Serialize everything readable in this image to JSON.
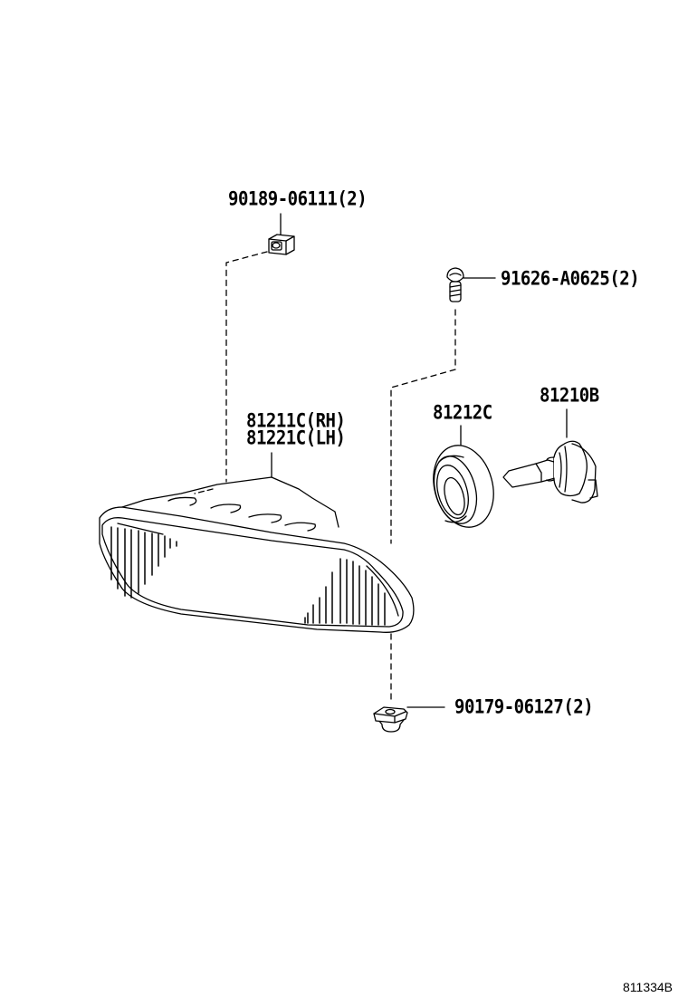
{
  "diagram": {
    "type": "exploded parts diagram",
    "subject": "Fog lamp assembly",
    "catalog_number": "811334B",
    "parts": [
      {
        "id": "clip",
        "label": "90189-06111(2)",
        "description": "retainer clip"
      },
      {
        "id": "screw",
        "label": "91626-A0625(2)",
        "description": "tapping screw"
      },
      {
        "id": "lamp_unit",
        "label_rh": "81211C(RH)",
        "label_lh": "81221C(LH)",
        "description": "fog lamp unit"
      },
      {
        "id": "socket",
        "label": "81212C",
        "description": "bulb socket"
      },
      {
        "id": "bulb",
        "label": "81210B",
        "description": "fog lamp bulb"
      },
      {
        "id": "nut",
        "label": "90179-06127(2)",
        "description": "speed nut"
      }
    ]
  }
}
